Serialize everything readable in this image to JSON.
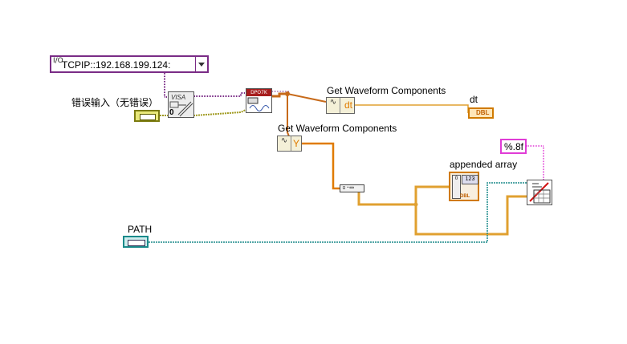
{
  "visa_resource": {
    "io_mark": "I/O",
    "value": "TCPIP::192.168.199.124:"
  },
  "error_in": {
    "label": "错误输入（无错误）"
  },
  "visa_node": {
    "title": "VISA",
    "zero": "0"
  },
  "dpo_node": {
    "title": "DPO7K"
  },
  "gwc_top": {
    "label": "Get Waveform Components",
    "out": "dt"
  },
  "gwc_bottom": {
    "label": "Get Waveform Components",
    "out": "Y"
  },
  "dt_indicator": {
    "label": "dt",
    "type": "DBL"
  },
  "array_indicator": {
    "label": "appended array",
    "index": "0",
    "value": "123",
    "type": "DBL"
  },
  "format_control": {
    "value": "%.8f"
  },
  "path_control": {
    "label": "PATH"
  },
  "colors": {
    "visa": "#7a2c86",
    "error": "#7b7b10",
    "orange": "#d07a00",
    "pink": "#e03cd6",
    "teal": "#1a8a8a"
  }
}
